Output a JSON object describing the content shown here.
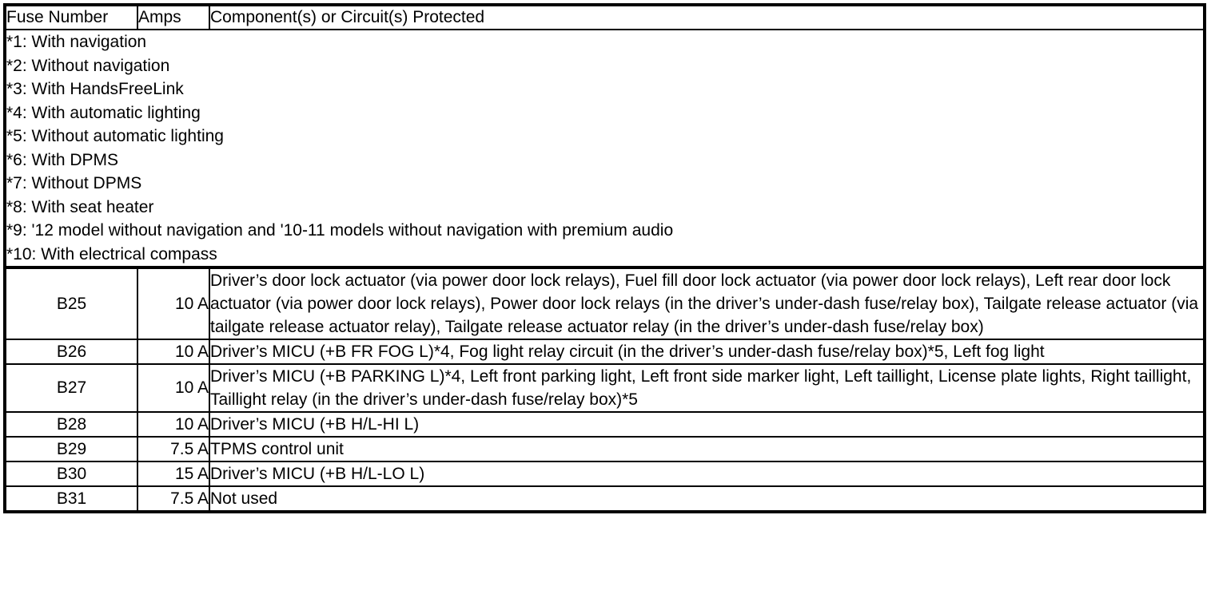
{
  "table": {
    "headers": {
      "fuse_number": "Fuse Number",
      "amps": "Amps",
      "description": "Component(s) or Circuit(s) Protected"
    },
    "notes": [
      "*1: With navigation",
      "*2: Without navigation",
      "*3: With HandsFreeLink",
      "*4: With automatic lighting",
      "*5: Without automatic lighting",
      "*6: With DPMS",
      "*7: Without DPMS",
      "*8: With seat heater",
      "*9: '12 model without navigation and '10-11 models without navigation with premium audio",
      "*10: With electrical compass"
    ],
    "rows": [
      {
        "fuse": "B25",
        "amps": "10 A",
        "description": "Driver’s door lock actuator (via power door lock relays), Fuel fill door lock actuator (via power door lock relays), Left rear door lock actuator (via power door lock relays), Power door lock relays (in the driver’s under-dash fuse/relay box), Tailgate release actuator (via tailgate release actuator relay), Tailgate release actuator relay (in the driver’s under-dash fuse/relay box)"
      },
      {
        "fuse": "B26",
        "amps": "10 A",
        "description": "Driver’s MICU (+B FR FOG L)*4, Fog light relay circuit (in the driver’s under-dash fuse/relay box)*5, Left fog light"
      },
      {
        "fuse": "B27",
        "amps": "10 A",
        "description": "Driver’s MICU (+B PARKING L)*4, Left front parking light, Left front side marker light, Left taillight, License plate lights, Right taillight, Taillight relay (in the driver’s under-dash fuse/relay box)*5"
      },
      {
        "fuse": "B28",
        "amps": "10 A",
        "description": "Driver’s MICU (+B H/L-HI L)"
      },
      {
        "fuse": "B29",
        "amps": "7.5 A",
        "description": "TPMS control unit"
      },
      {
        "fuse": "B30",
        "amps": "15 A",
        "description": "Driver’s MICU (+B H/L-LO L)"
      },
      {
        "fuse": "B31",
        "amps": "7.5 A",
        "description": "Not used"
      }
    ]
  },
  "colors": {
    "border": "#000000",
    "text": "#000000",
    "background": "#ffffff"
  }
}
